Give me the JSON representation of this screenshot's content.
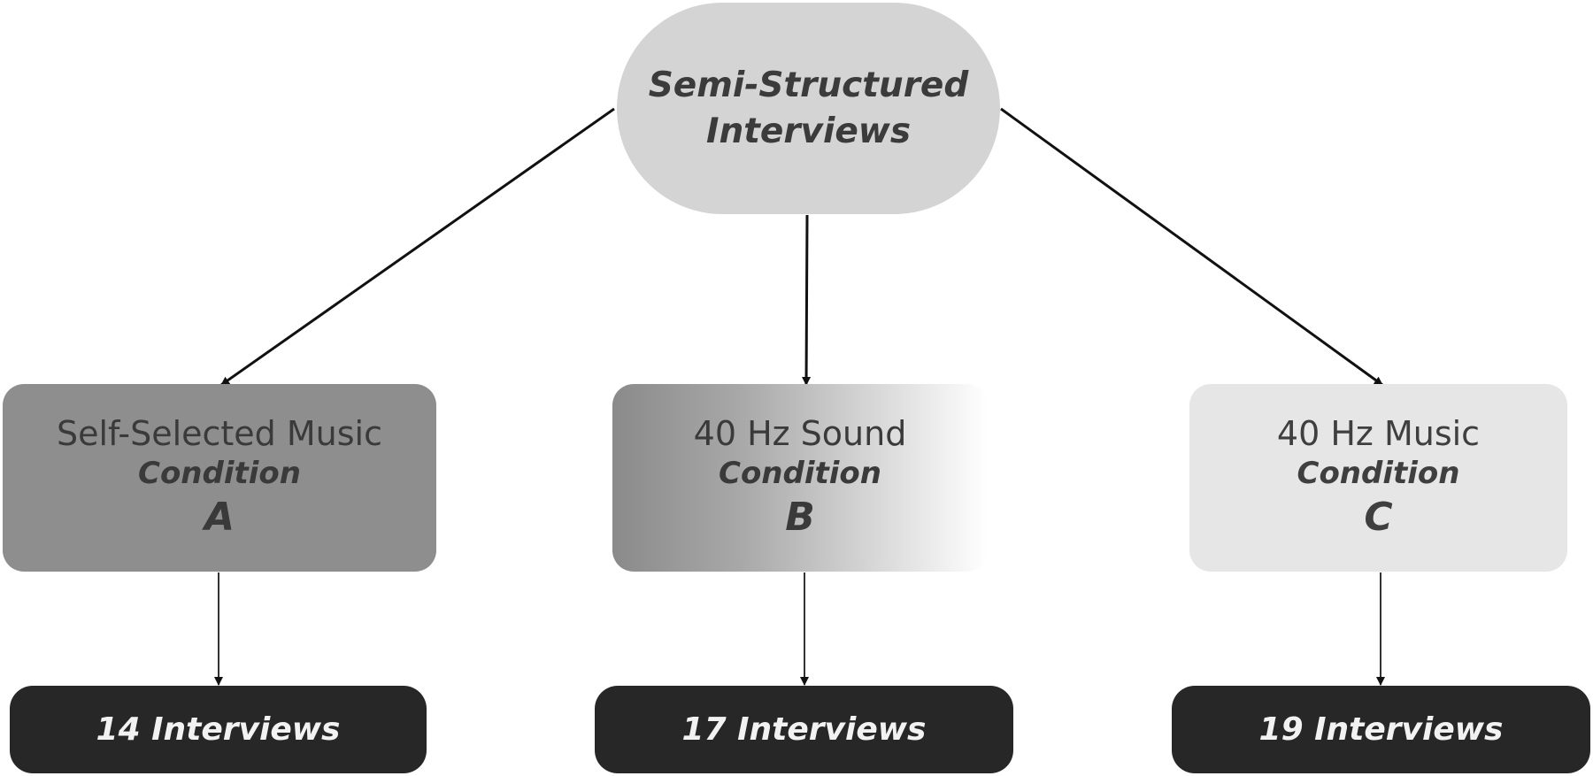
{
  "root": {
    "title": "Semi-Structured Interviews"
  },
  "conditions": [
    {
      "name": "Self-Selected Music",
      "label": "Condition",
      "letter": "A"
    },
    {
      "name": "40 Hz Sound",
      "label": "Condition",
      "letter": "B"
    },
    {
      "name": "40 Hz Music",
      "label": "Condition",
      "letter": "C"
    }
  ],
  "counts": [
    {
      "label": "14 Interviews"
    },
    {
      "label": "17 Interviews"
    },
    {
      "label": "19 Interviews"
    }
  ],
  "colors": {
    "root_fill": "#d4d4d4",
    "condition_a_fill": "#8e8e8e",
    "condition_b_fill_start": "#8a8a8a",
    "condition_b_fill_end": "#ffffff",
    "condition_c_fill": "#e6e6e6",
    "count_fill": "#272727",
    "connector": "#111111"
  }
}
